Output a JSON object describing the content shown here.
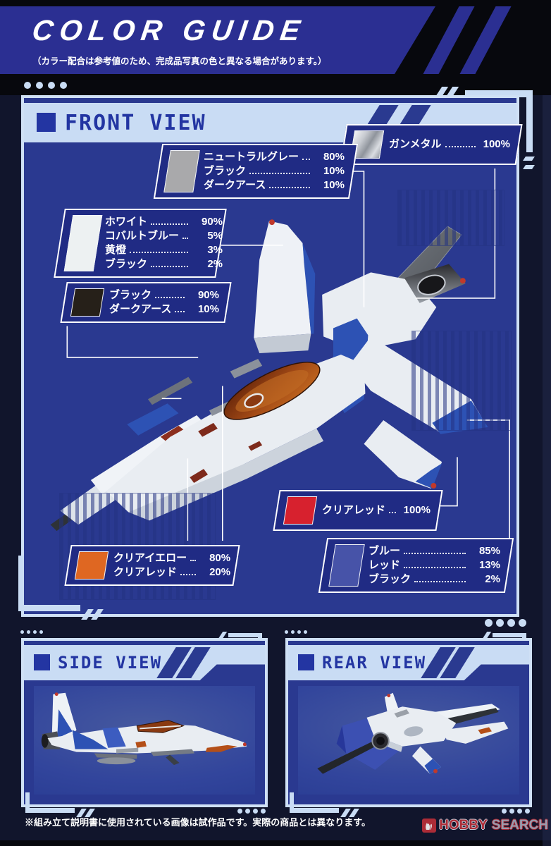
{
  "page": {
    "title": "COLOR GUIDE",
    "subtitle": "（カラー配合は参考値のため、完成品写真の色と異なる場合があります。）",
    "footer_note": "※組み立て説明書に使用されている画像は試作品です。実際の商品とは異なります。"
  },
  "sections": {
    "front": {
      "label": "FRONT VIEW"
    },
    "side": {
      "label": "SIDE VIEW"
    },
    "rear": {
      "label": "REAR VIEW"
    }
  },
  "color_callouts": [
    {
      "id": "gunmetal",
      "swatch_color": "#c3c7cd",
      "lines": [
        {
          "label": "ガンメタル",
          "pct": "100%"
        }
      ]
    },
    {
      "id": "neutral-gray",
      "swatch_color": "#a9a9ab",
      "lines": [
        {
          "label": "ニュートラルグレー",
          "pct": "80%"
        },
        {
          "label": "ブラック",
          "pct": "10%"
        },
        {
          "label": "ダークアース",
          "pct": "10%"
        }
      ]
    },
    {
      "id": "white",
      "swatch_color": "#edf1f2",
      "lines": [
        {
          "label": "ホワイト",
          "pct": "90%"
        },
        {
          "label": "コバルトブルー",
          "pct": "5%"
        },
        {
          "label": "黄橙",
          "pct": "3%"
        },
        {
          "label": "ブラック",
          "pct": "2%"
        }
      ]
    },
    {
      "id": "black",
      "swatch_color": "#262019",
      "lines": [
        {
          "label": "ブラック",
          "pct": "90%"
        },
        {
          "label": "ダークアース",
          "pct": "10%"
        }
      ]
    },
    {
      "id": "clear-red",
      "swatch_color": "#d7212e",
      "lines": [
        {
          "label": "クリアレッド",
          "pct": "100%"
        }
      ]
    },
    {
      "id": "clear-yellow",
      "swatch_color": "#df6722",
      "lines": [
        {
          "label": "クリアイエロー",
          "pct": "80%"
        },
        {
          "label": "クリアレッド",
          "pct": "20%"
        }
      ]
    },
    {
      "id": "blue",
      "swatch_color": "#4753a8",
      "lines": [
        {
          "label": "ブルー",
          "pct": "85%"
        },
        {
          "label": "レッド",
          "pct": "13%"
        },
        {
          "label": "ブラック",
          "pct": "2%"
        }
      ]
    }
  ],
  "watermark": {
    "word1": "HOBBY",
    "word2": "SEARCH",
    "icon": "flame-icon"
  },
  "colors": {
    "band_blue": "#2b2f92",
    "panel_blue": "#2a3990",
    "frame_light_blue": "#cfe0f5",
    "callout_fill": "#202b84",
    "header_text_blue": "#2335a2",
    "logo_red": "#c23039"
  }
}
